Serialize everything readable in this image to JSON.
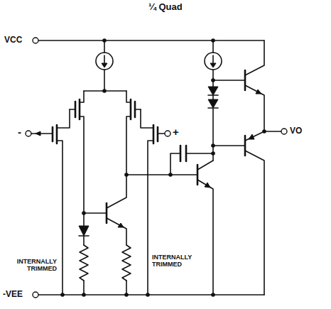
{
  "diagram": {
    "title": "¼ Quad",
    "labels": [
      "VCC",
      "-VEE",
      "-",
      "+",
      "VO",
      "INTERNALLY TRIMMED",
      "INTERNALLY TRIMMED"
    ]
  }
}
